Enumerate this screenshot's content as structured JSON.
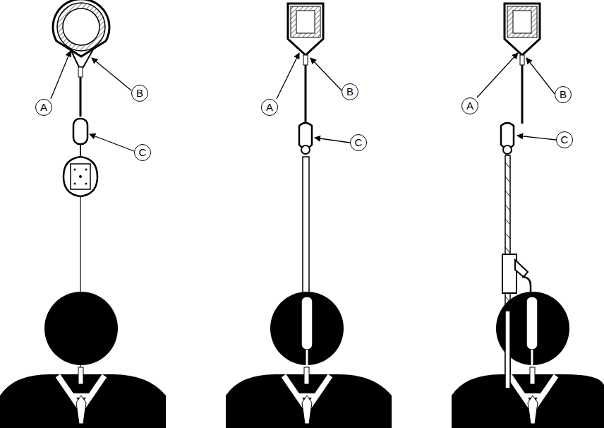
{
  "diagram": {
    "labels": [
      "A",
      "B",
      "C",
      "A",
      "B",
      "C",
      "A",
      "B",
      "C"
    ]
  }
}
